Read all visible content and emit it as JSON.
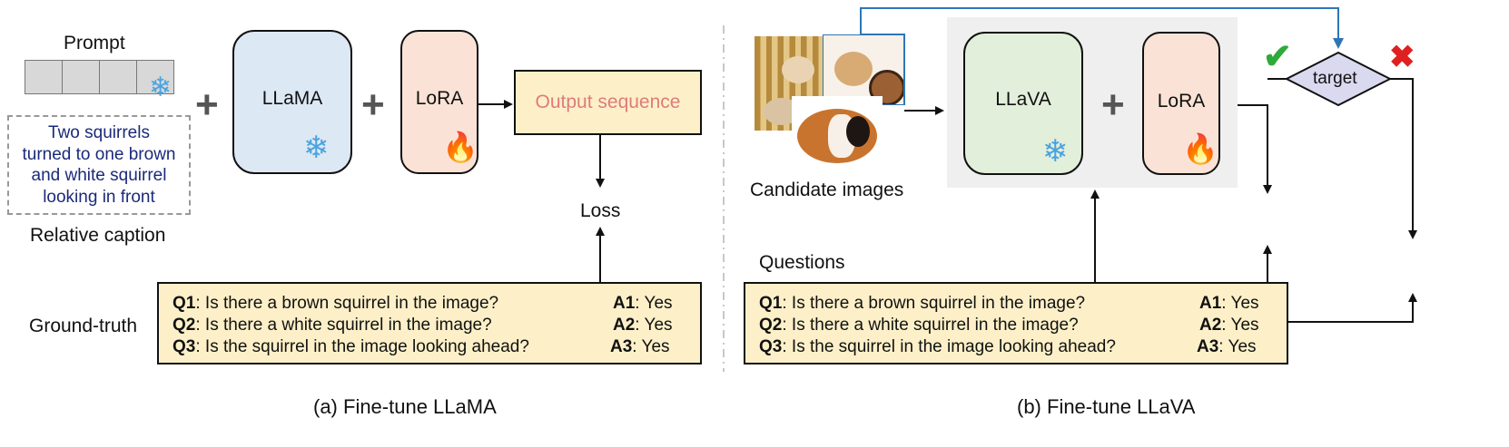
{
  "left": {
    "prompt_label": "Prompt",
    "caption_text": [
      "Two squirrels",
      "turned to one brown",
      "and white squirrel",
      "looking in front"
    ],
    "relative_caption_label": "Relative caption",
    "llama_label": "LLaMA",
    "lora_label": "LoRA",
    "output_label": "Output sequence",
    "loss_label": "Loss",
    "ground_truth_label": "Ground-truth",
    "subtitle": "(a) Fine-tune LLaMA"
  },
  "right": {
    "candidate_label": "Candidate images",
    "llava_label": "LLaVA",
    "lora_label": "LoRA",
    "target_label": "target",
    "questions_label": "Questions",
    "subtitle": "(b) Fine-tune LLaVA"
  },
  "qa": [
    {
      "q_key": "Q1",
      "q_text": ": Is there a brown squirrel in the image?",
      "a_key": "A1",
      "a_text": ": Yes"
    },
    {
      "q_key": "Q2",
      "q_text": ": Is there a white squirrel in the image?",
      "a_key": "A2",
      "a_text": ": Yes"
    },
    {
      "q_key": "Q3",
      "q_text": ": Is the squirrel in the image looking ahead?",
      "a_key": "A3",
      "a_text": ": Yes"
    }
  ],
  "icons": {
    "frozen": "snowflake-icon",
    "trainable": "fire-icon",
    "accept": "checkmark-icon",
    "reject": "cross-icon"
  },
  "colors": {
    "llama_fill": "#dde8f5",
    "lora_fill": "#fae3d6",
    "llava_fill": "#e2efdb",
    "output_fill": "#fdf0c8",
    "output_text": "#e07b7b",
    "caption_text": "#1b2a7a",
    "target_fill": "#d9d9ef",
    "blue_arrow": "#2e75b6",
    "check": "#2eaa3a",
    "cross": "#e02020",
    "panel_gray": "#efefef"
  }
}
